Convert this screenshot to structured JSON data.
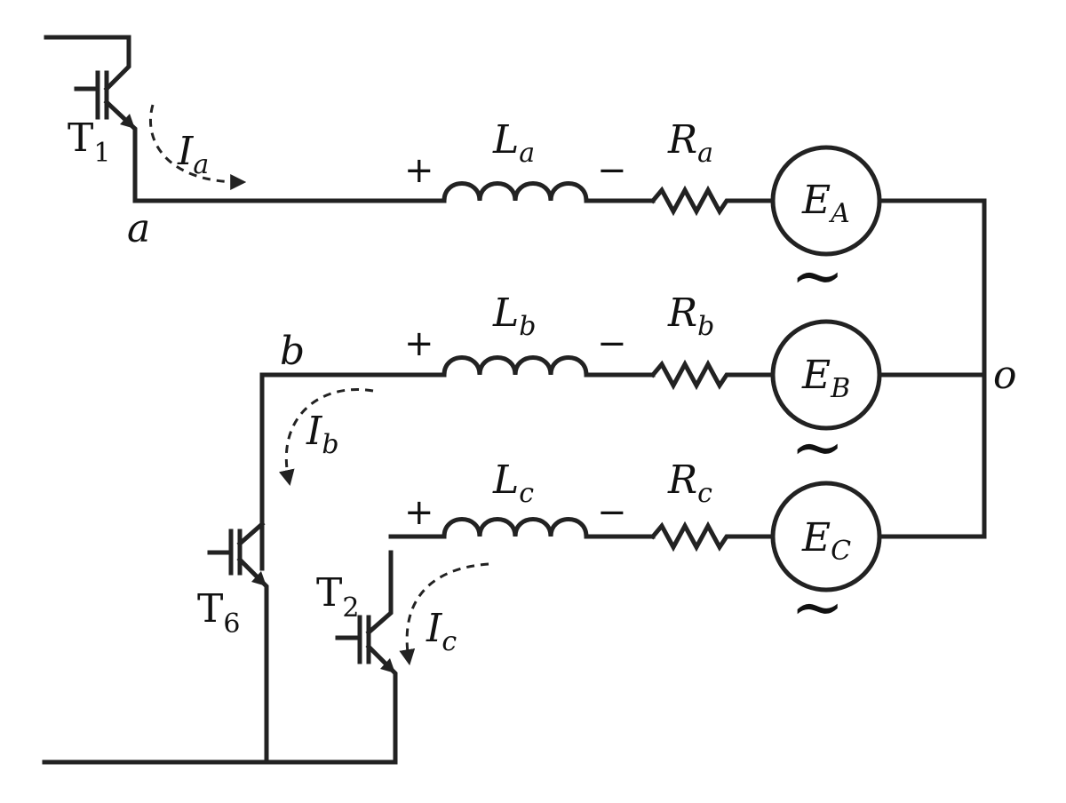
{
  "labels": {
    "node_a": "a",
    "node_b": "b",
    "node_o": "o",
    "plus": "+",
    "minus": "−",
    "tilde": "∼"
  },
  "transistors": {
    "t1": {
      "main": "T",
      "sub": "1"
    },
    "t6": {
      "main": "T",
      "sub": "6"
    },
    "t2": {
      "main": "T",
      "sub": "2"
    }
  },
  "currents": {
    "a": {
      "main": "I",
      "sub": "a"
    },
    "b": {
      "main": "I",
      "sub": "b"
    },
    "c": {
      "main": "I",
      "sub": "c"
    }
  },
  "inductors": {
    "a": {
      "main": "L",
      "sub": "a"
    },
    "b": {
      "main": "L",
      "sub": "b"
    },
    "c": {
      "main": "L",
      "sub": "c"
    }
  },
  "resistors": {
    "a": {
      "main": "R",
      "sub": "a"
    },
    "b": {
      "main": "R",
      "sub": "b"
    },
    "c": {
      "main": "R",
      "sub": "c"
    }
  },
  "sources": {
    "a": {
      "main": "E",
      "sub": "A"
    },
    "b": {
      "main": "E",
      "sub": "B"
    },
    "c": {
      "main": "E",
      "sub": "C"
    }
  }
}
